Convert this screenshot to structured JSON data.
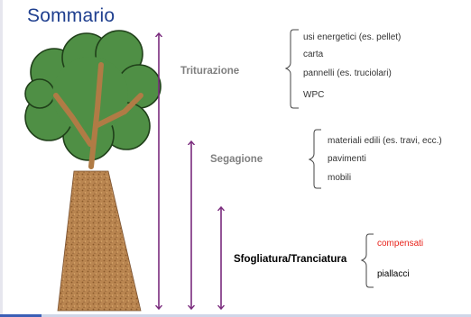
{
  "title": "Sommario",
  "colors": {
    "title": "#1f3f8f",
    "arrow": "#7a2b7d",
    "stage_label": "#7f7f7f",
    "stage_label_dark": "#000000",
    "highlight": "#e8231b",
    "foliage": "#4f8f45",
    "trunk": "#b07b45"
  },
  "stages": [
    {
      "label": "Triturazione",
      "items": [
        "usi energetici (es. pellet)",
        "carta",
        "pannelli (es. truciolari)",
        "WPC"
      ]
    },
    {
      "label": "Segagione",
      "items": [
        "materiali edili (es. travi, ecc.)",
        "pavimenti",
        "mobili"
      ]
    },
    {
      "label": "Sfogliatura/Tranciatura",
      "items": [
        "compensati",
        "piallacci"
      ]
    }
  ]
}
